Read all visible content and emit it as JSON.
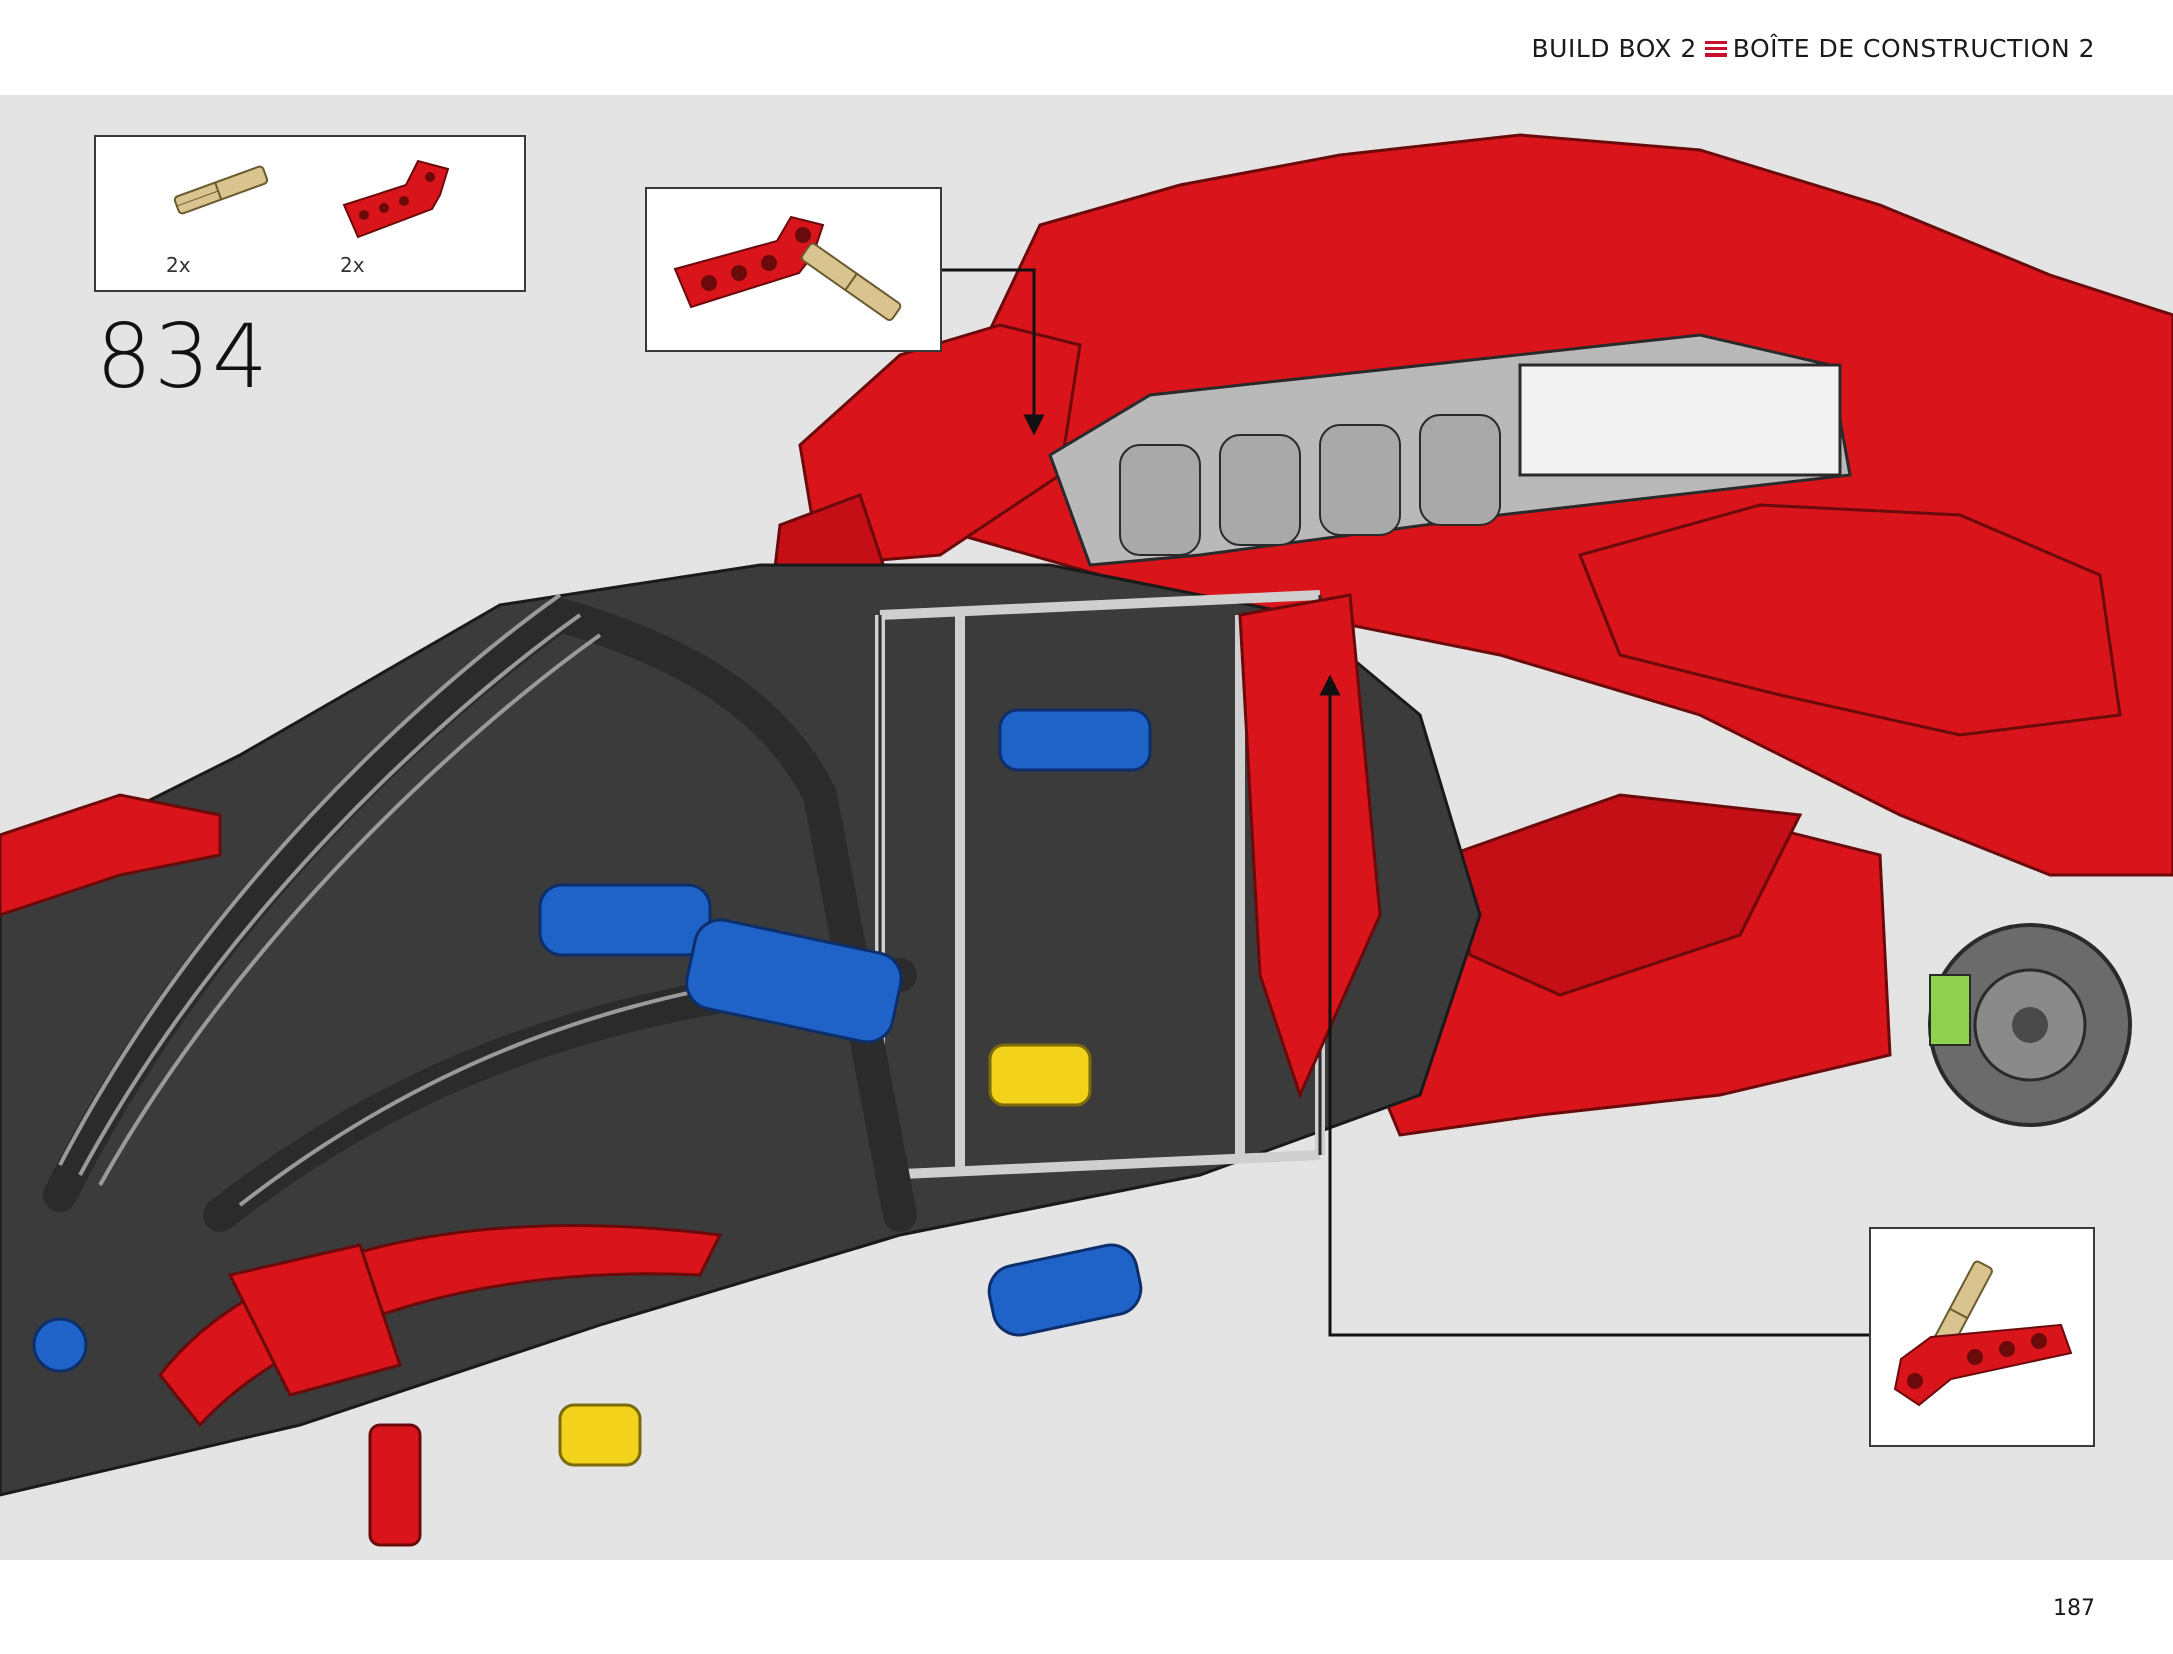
{
  "header": {
    "build_box_en": "BUILD BOX 2",
    "separator_icon": "triple-line-icon",
    "build_box_fr": "BOÎTE DE CONSTRUCTION 2",
    "accent_color": "#c8102e"
  },
  "parts_list": {
    "items": [
      {
        "icon": "axle-pin-icon",
        "color": "#d9c48f",
        "quantity": "2x"
      },
      {
        "icon": "angled-beam-icon",
        "color": "#d9141b",
        "quantity": "2x"
      }
    ]
  },
  "step": {
    "number": "834"
  },
  "page": {
    "number": "187"
  },
  "colors": {
    "background": "#e4e4e4",
    "red": "#d9141b",
    "dark_gray": "#3b3b3b",
    "light_gray": "#b9b9b9",
    "blue": "#1f63c9",
    "yellow": "#f2d21b",
    "tan": "#d9c48f"
  }
}
